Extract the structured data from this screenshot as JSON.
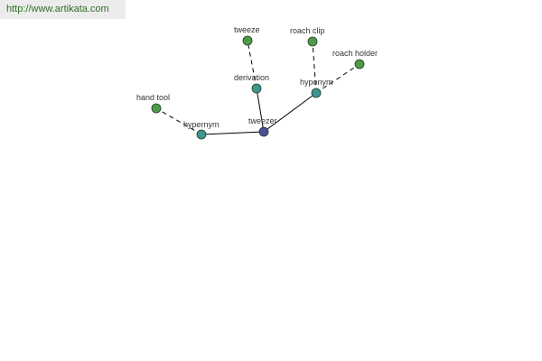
{
  "site": {
    "url_text": "http://www.artikata.com"
  },
  "colors": {
    "center_node": "#4a4f9c",
    "relation_node": "#3f9590",
    "leaf_node": "#4f9a4a",
    "edge": "#000000",
    "node_stroke": "#1f3f1f"
  },
  "graph": {
    "center": {
      "id": "tweezer",
      "label": "tweezer",
      "kind": "center"
    },
    "relations": [
      {
        "id": "hypernym",
        "label": "hypernym",
        "kind": "relation",
        "children": [
          {
            "id": "hand-tool",
            "label": "hand tool",
            "kind": "leaf"
          }
        ]
      },
      {
        "id": "derivation",
        "label": "derivation",
        "kind": "relation",
        "children": [
          {
            "id": "tweeze",
            "label": "tweeze",
            "kind": "leaf"
          }
        ]
      },
      {
        "id": "hyponym",
        "label": "hyponym",
        "kind": "relation",
        "children": [
          {
            "id": "roach-clip",
            "label": "roach clip",
            "kind": "leaf"
          },
          {
            "id": "roach-holder",
            "label": "roach holder",
            "kind": "leaf"
          }
        ]
      }
    ]
  }
}
